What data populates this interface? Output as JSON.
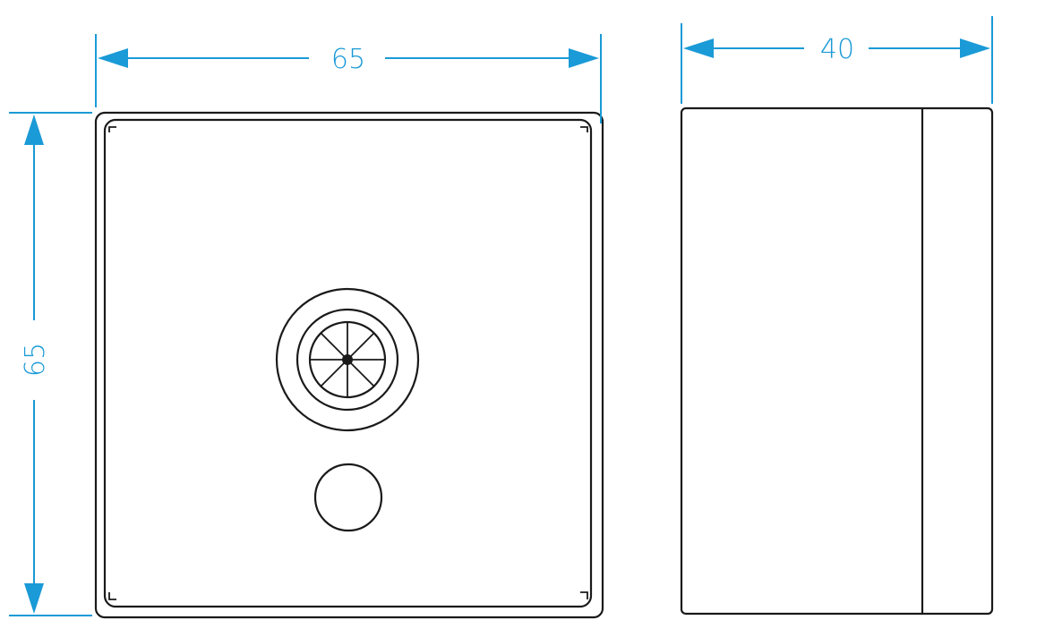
{
  "colors": {
    "dimension_line": "#1a9ad6",
    "outline": "#1a1a1a",
    "background": "#ffffff"
  },
  "dimensions": {
    "front_width": "65",
    "front_height": "65",
    "side_depth": "40"
  }
}
